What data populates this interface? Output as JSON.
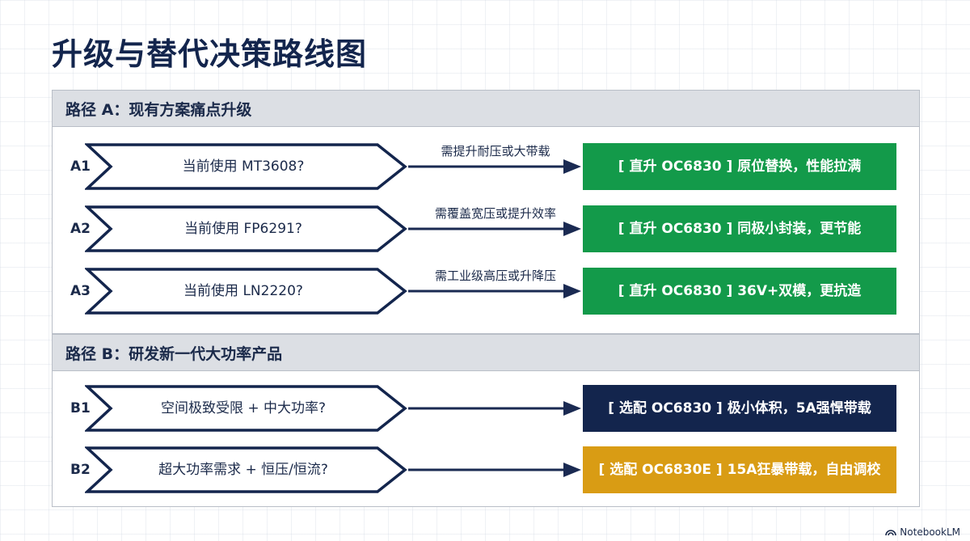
{
  "title": "升级与替代决策路线图",
  "colors": {
    "navy": "#13254d",
    "green": "#139a4a",
    "gold": "#d99c14",
    "arrow": "#1a2a52"
  },
  "path_a": {
    "header": "路径 A：现有方案痛点升级",
    "rows": [
      {
        "label": "A1",
        "question": "当前使用 MT3608?",
        "condition": "需提升耐压或大带载",
        "result": "[ 直升 OC6830 ] 原位替换，性能拉满"
      },
      {
        "label": "A2",
        "question": "当前使用 FP6291?",
        "condition": "需覆盖宽压或提升效率",
        "result": "[ 直升 OC6830 ] 同极小封装，更节能"
      },
      {
        "label": "A3",
        "question": "当前使用 LN2220?",
        "condition": "需工业级高压或升降压",
        "result": "[ 直升 OC6830 ] 36V+双模，更抗造"
      }
    ]
  },
  "path_b": {
    "header": "路径 B：研发新一代大功率产品",
    "rows": [
      {
        "label": "B1",
        "question": "空间极致受限 + 中大功率?",
        "result": "[ 选配 OC6830 ] 极小体积，5A强悍带载"
      },
      {
        "label": "B2",
        "question": "超大功率需求 + 恒压/恒流?",
        "result": "[ 选配 OC6830E ] 15A狂暴带载，自由调校"
      }
    ]
  },
  "footer": {
    "brand": "NotebookLM"
  }
}
